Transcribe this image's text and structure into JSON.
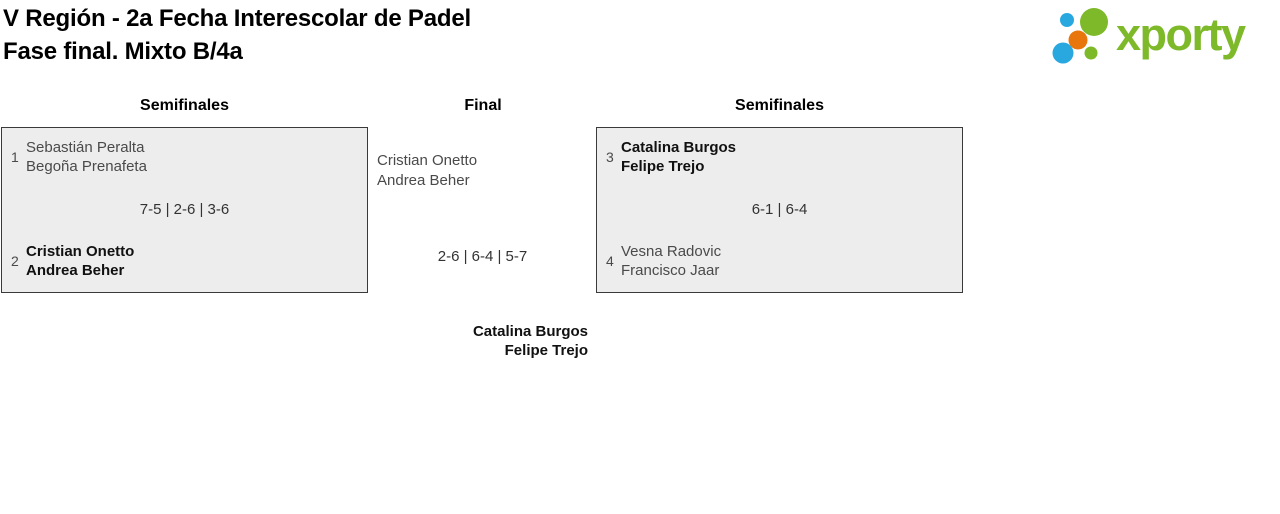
{
  "header": {
    "title_line1": "V Región - 2a Fecha Interescolar de Padel",
    "title_line2": "Fase final. Mixto B/4a",
    "logo_text": "xporty"
  },
  "colors": {
    "logo_green": "#7db928",
    "logo_blue": "#29a8e0",
    "logo_orange": "#e8760c",
    "box_bg": "#ededed",
    "box_border": "#3a3a3a",
    "loser_text": "#4a4a4a",
    "winner_text": "#111111"
  },
  "bracket": {
    "left": {
      "title": "Semifinales",
      "seed_top": "1",
      "team_top": [
        "Sebastián Peralta",
        "Begoña Prenafeta"
      ],
      "score": "7-5 | 2-6 | 3-6",
      "seed_bottom": "2",
      "team_bottom": [
        "Cristian Onetto",
        "Andrea Beher"
      ]
    },
    "final": {
      "title": "Final",
      "team_top": [
        "Cristian Onetto",
        "Andrea Beher"
      ],
      "score": "2-6 | 6-4 | 5-7",
      "champion": [
        "Catalina Burgos",
        "Felipe Trejo"
      ]
    },
    "right": {
      "title": "Semifinales",
      "seed_top": "3",
      "team_top": [
        "Catalina Burgos",
        "Felipe Trejo"
      ],
      "score": "6-1 | 6-4",
      "seed_bottom": "4",
      "team_bottom": [
        "Vesna Radovic",
        "Francisco Jaar"
      ]
    }
  }
}
